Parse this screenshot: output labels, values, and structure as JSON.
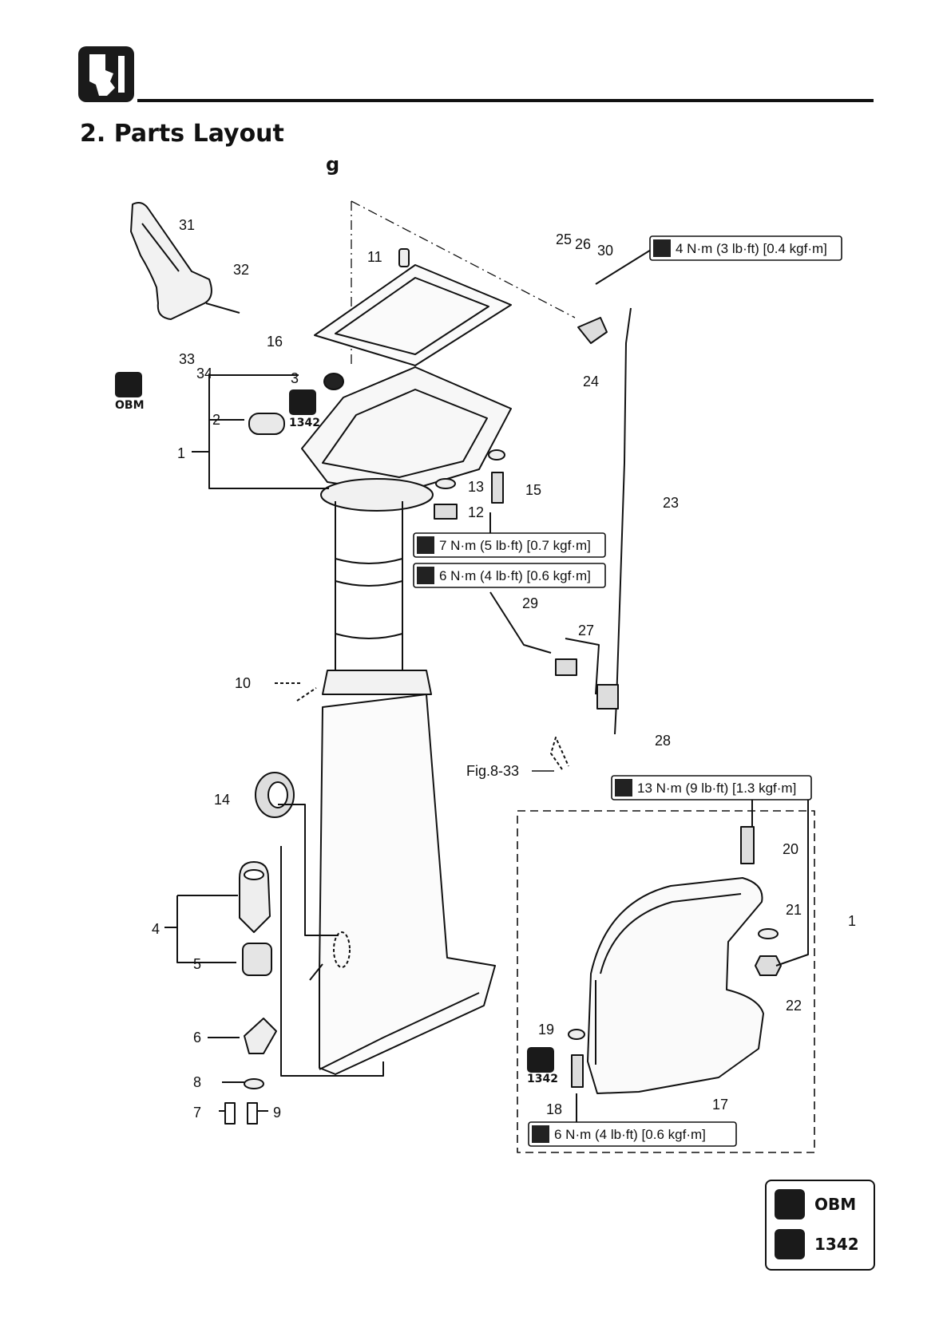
{
  "header": {
    "page_title": "2. Parts Layout",
    "subtitle_fragment": "g"
  },
  "callouts": [
    "1",
    "2",
    "3",
    "4",
    "5",
    "6",
    "7",
    "8",
    "9",
    "10",
    "11",
    "12",
    "13",
    "14",
    "15",
    "16",
    "17",
    "18",
    "19",
    "20",
    "21",
    "22",
    "23",
    "24",
    "25",
    "26",
    "27",
    "28",
    "29",
    "30",
    "31",
    "32",
    "33",
    "34"
  ],
  "torque_specs": {
    "t30": "4 N·m (3 lb·ft) [0.4 kgf·m]",
    "t15": "7 N·m (5 lb·ft) [0.7 kgf·m]",
    "t29": "6 N·m (4 lb·ft) [0.6 kgf·m]",
    "t20": "13 N·m (9 lb·ft) [1.3 kgf·m]",
    "t18": "6 N·m (4 lb·ft) [0.6 kgf·m]"
  },
  "figure_ref": "Fig.8-33",
  "badges": {
    "obm": "OBM",
    "sealant": "1342"
  },
  "legend": [
    {
      "icon": "obm-grease-icon",
      "label": "OBM"
    },
    {
      "icon": "sealant-1342-icon",
      "label": "1342"
    }
  ]
}
